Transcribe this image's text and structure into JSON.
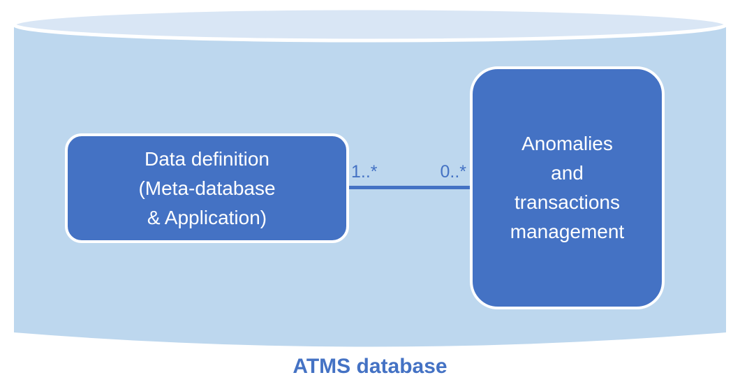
{
  "diagram": {
    "caption": "ATMS database",
    "nodes": [
      {
        "id": "data-definition",
        "label": "Data definition (Meta-database & Application)",
        "lines": [
          "Data definition",
          "(Meta-database",
          "& Application)"
        ]
      },
      {
        "id": "anomalies-transactions-management",
        "label": "Anomalies and transactions management",
        "lines": [
          "Anomalies",
          "and",
          "transactions",
          "management"
        ]
      }
    ],
    "connector": {
      "left_multiplicity": "1..*",
      "right_multiplicity": "0..*"
    },
    "colors": {
      "node_fill": "#4472C4",
      "node_border": "#FFFFFF",
      "node_text": "#FFFFFF",
      "cylinder_body": "#BDD7EE",
      "cylinder_top": "#D9E6F5",
      "cylinder_rim": "#FFFFFF",
      "connector_line": "#4472C4",
      "multiplicity_text": "#4472C4",
      "caption_text": "#4472C4"
    }
  }
}
